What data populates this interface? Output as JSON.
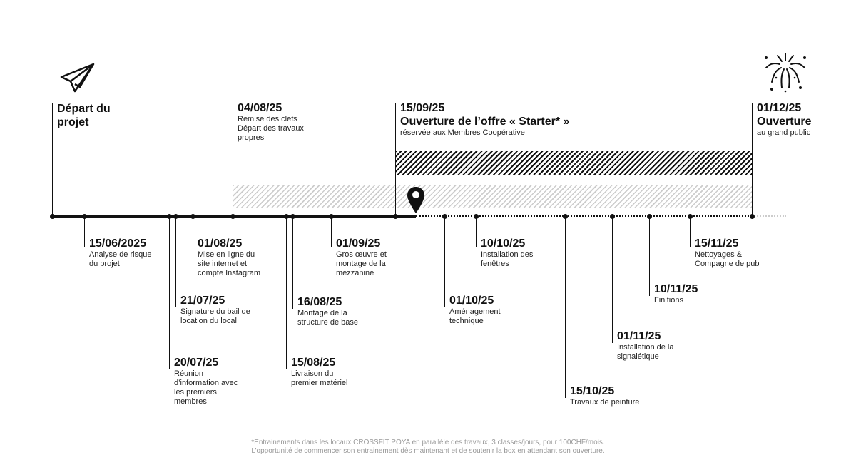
{
  "top_milestones": [
    {
      "date": "",
      "title_lines": [
        "Départ du",
        "projet"
      ],
      "desc": []
    },
    {
      "date": "04/08/25",
      "title_lines": [],
      "desc": [
        "Remise des clefs",
        "Départ des travaux",
        "propres"
      ]
    },
    {
      "date": "15/09/25",
      "title_lines": [
        "Ouverture de l’offre « Starter* »"
      ],
      "desc": [
        "réservée aux Membres Coopérative"
      ]
    },
    {
      "date": "01/12/25",
      "title_lines": [
        "Ouverture"
      ],
      "desc": [
        "au grand public"
      ]
    }
  ],
  "bottom_milestones": [
    {
      "date": "15/06/2025",
      "desc": [
        "Analyse de risque",
        "du projet"
      ]
    },
    {
      "date": "20/07/25",
      "desc": [
        "Réunion",
        "d’information avec",
        "les premiers",
        "membres"
      ]
    },
    {
      "date": "21/07/25",
      "desc": [
        "Signature du bail de",
        "location du local"
      ]
    },
    {
      "date": "01/08/25",
      "desc": [
        "Mise en ligne du",
        "site internet et",
        "compte Instagram"
      ]
    },
    {
      "date": "15/08/25",
      "desc": [
        "Livraison du",
        "premier matériel"
      ]
    },
    {
      "date": "16/08/25",
      "desc": [
        "Montage de la",
        "structure de base"
      ]
    },
    {
      "date": "01/09/25",
      "desc": [
        "Gros œuvre et",
        "montage de la",
        "mezzanine"
      ]
    },
    {
      "date": "01/10/25",
      "desc": [
        "Aménagement",
        "technique"
      ]
    },
    {
      "date": "10/10/25",
      "desc": [
        "Installation des",
        "fenêtres"
      ]
    },
    {
      "date": "15/10/25",
      "desc": [
        "Travaux de peinture"
      ]
    },
    {
      "date": "01/11/25",
      "desc": [
        "Installation de la",
        "signalétique"
      ]
    },
    {
      "date": "10/11/25",
      "desc": [
        "Finitions"
      ]
    },
    {
      "date": "15/11/25",
      "desc": [
        "Nettoyages &",
        "Compagne de pub"
      ]
    }
  ],
  "footnote": [
    "*Entrainements dans les locaux CROSSFIT POYA en parallèle des travaux, 3 classes/jours, pour 100CHF/mois.",
    "L’opportunité de commencer son entrainement dès maintenant et de soutenir la box en attendant son ouverture."
  ],
  "icons": {
    "start": "paper-plane-icon",
    "end": "fireworks-icon",
    "current": "map-pin-icon"
  }
}
